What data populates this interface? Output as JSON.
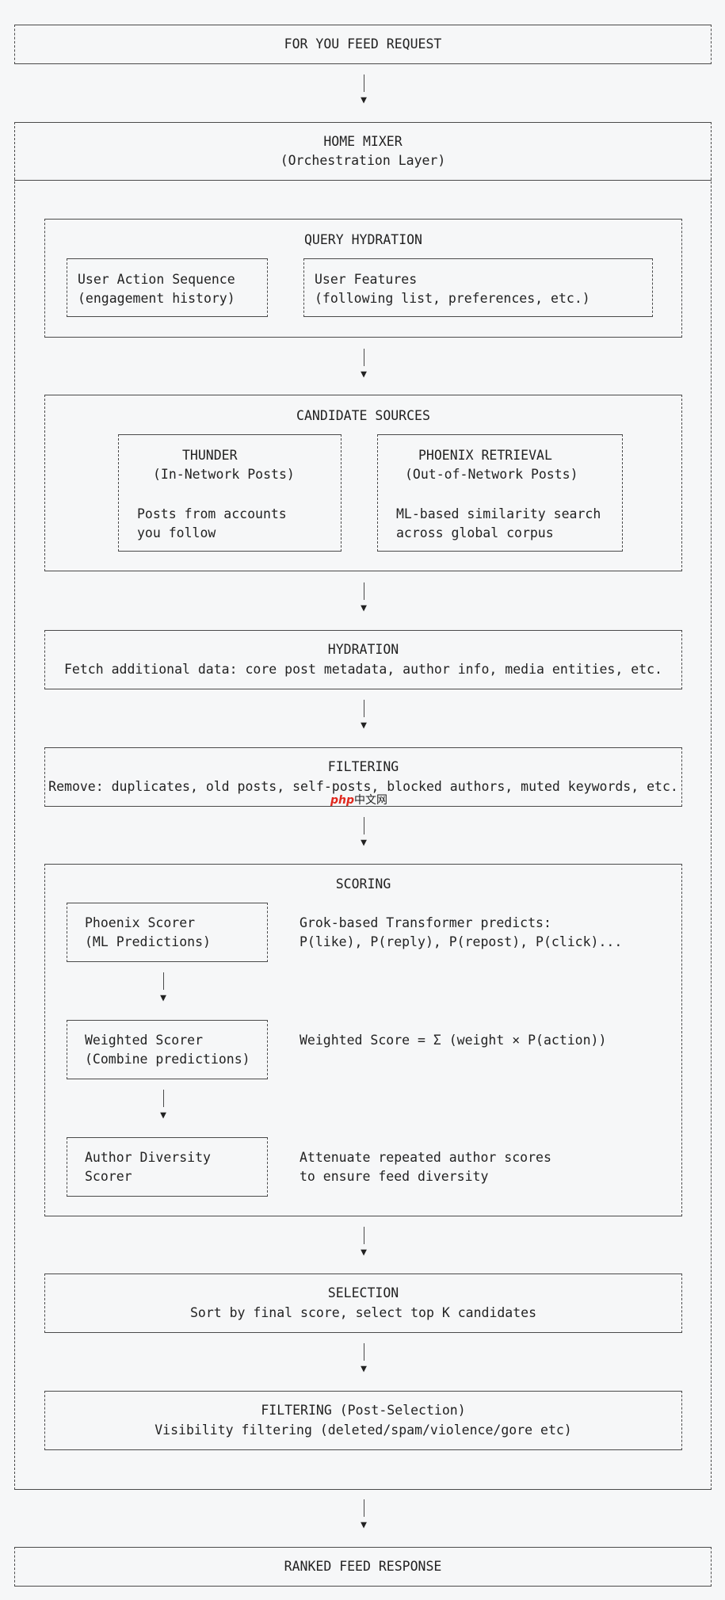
{
  "request": {
    "label": "FOR YOU FEED REQUEST"
  },
  "home_mixer": {
    "title": "HOME MIXER",
    "subtitle": "(Orchestration Layer)"
  },
  "query_hydration": {
    "title": "QUERY HYDRATION",
    "user_action": {
      "line1": "User Action Sequence",
      "line2": "(engagement history)"
    },
    "user_features": {
      "line1": "User Features",
      "line2": "(following list, preferences, etc.)"
    }
  },
  "candidate_sources": {
    "title": "CANDIDATE SOURCES",
    "thunder": {
      "title": "THUNDER",
      "subtitle": "(In-Network Posts)",
      "line1": "Posts from accounts",
      "line2": "you follow"
    },
    "phoenix": {
      "title": "PHOENIX RETRIEVAL",
      "subtitle": "(Out-of-Network Posts)",
      "line1": "ML-based similarity search",
      "line2": "across global corpus"
    }
  },
  "hydration": {
    "title": "HYDRATION",
    "desc": "Fetch additional data: core post metadata, author info, media entities, etc."
  },
  "filtering": {
    "title": "FILTERING",
    "desc": "Remove: duplicates, old posts, self-posts, blocked authors, muted keywords, etc."
  },
  "watermark": {
    "logo": "php",
    "text": "中文网"
  },
  "scoring": {
    "title": "SCORING",
    "phoenix_scorer": {
      "line1": "Phoenix Scorer",
      "line2": "(ML Predictions)",
      "desc1": "Grok-based Transformer predicts:",
      "desc2": "P(like), P(reply), P(repost), P(click)..."
    },
    "weighted_scorer": {
      "line1": "Weighted Scorer",
      "line2": "(Combine predictions)",
      "desc1": "Weighted Score = Σ (weight × P(action))"
    },
    "diversity_scorer": {
      "line1": "Author Diversity",
      "line2": "Scorer",
      "desc1": "Attenuate repeated author scores",
      "desc2": "to ensure feed diversity"
    }
  },
  "selection": {
    "title": "SELECTION",
    "desc": "Sort by final score, select top K candidates"
  },
  "post_filtering": {
    "title": "FILTERING (Post-Selection)",
    "desc": "Visibility filtering (deleted/spam/violence/gore etc)"
  },
  "response": {
    "label": "RANKED FEED RESPONSE"
  },
  "arrow_glyph": "▼"
}
